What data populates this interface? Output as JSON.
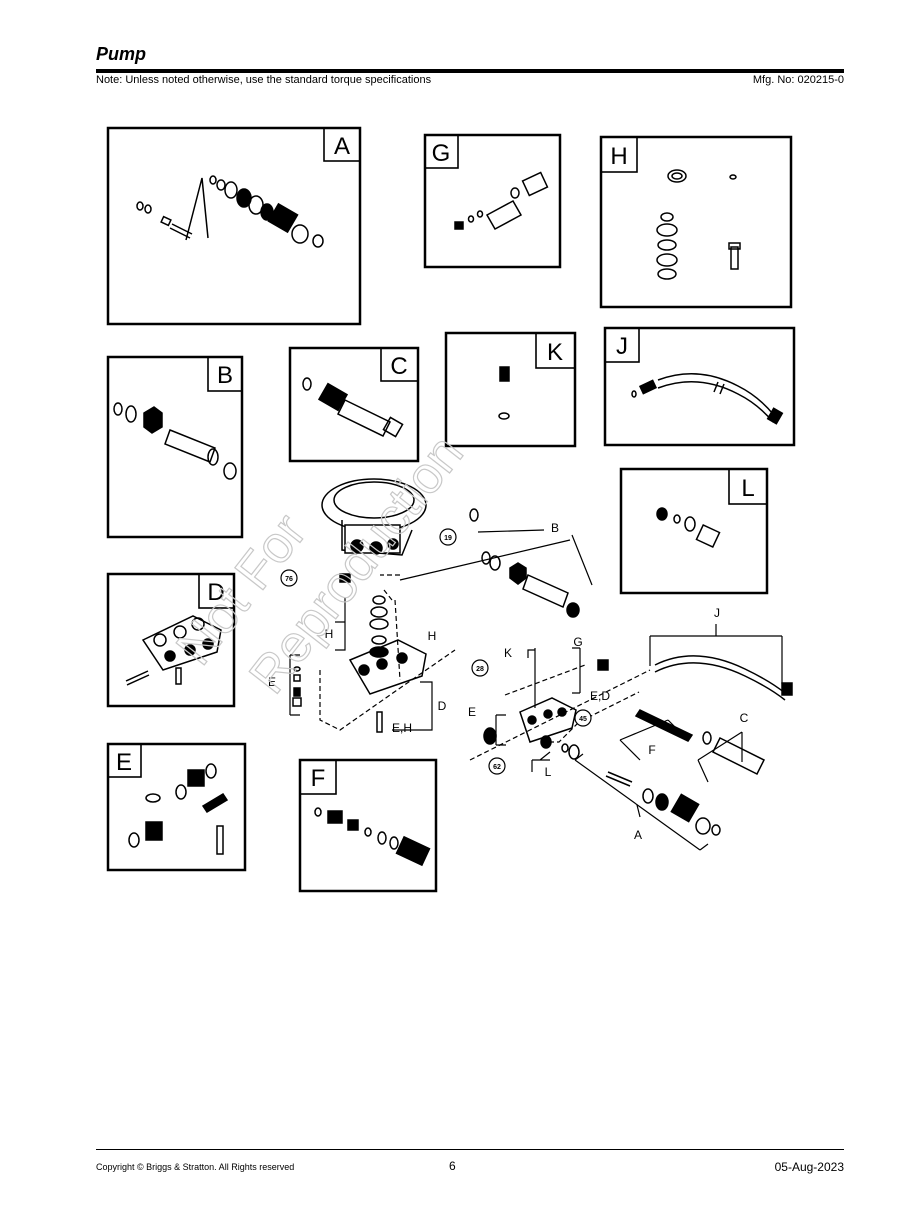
{
  "header": {
    "title": "Pump",
    "note": "Note: Unless noted otherwise, use the standard torque specifications",
    "mfg_no": "Mfg. No: 020215-0"
  },
  "watermark": {
    "line1": "Not For",
    "line2": "Reproduction"
  },
  "insets": {
    "A": "A",
    "B": "B",
    "C": "C",
    "D": "D",
    "E": "E",
    "F": "F",
    "G": "G",
    "H": "H",
    "J": "J",
    "K": "K",
    "L": "L"
  },
  "callouts": {
    "c19": "19",
    "c76": "76",
    "c28": "28",
    "c45": "45",
    "c62": "62",
    "lbl_B": "B",
    "lbl_H1": "H",
    "lbl_H2": "H",
    "lbl_E1": "E",
    "lbl_D": "D",
    "lbl_EH": "E,H",
    "lbl_K": "K",
    "lbl_G": "G",
    "lbl_ED": "E,D",
    "lbl_J": "J",
    "lbl_E2": "E",
    "lbl_L": "L",
    "lbl_F": "F",
    "lbl_C": "C",
    "lbl_A": "A"
  },
  "footer": {
    "copyright": "Copyright ©  Briggs & Stratton. All Rights reserved",
    "page": "6",
    "date": "05-Aug-2023"
  }
}
